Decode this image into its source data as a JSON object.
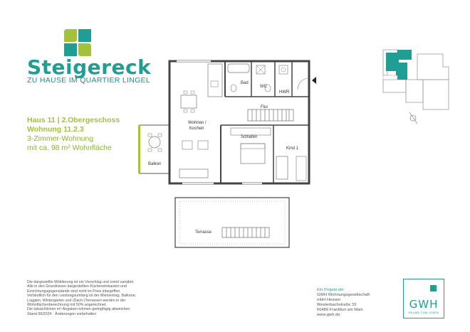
{
  "brand": {
    "name": "Steigereck",
    "subtitle": "ZU HAUSE IM QUARTIER LINGEL",
    "colors": {
      "teal": "#1f9e96",
      "green": "#a3c13a",
      "light_green": "#8ab534"
    }
  },
  "unit": {
    "line1": "Haus 11 | 2.Obergeschoss",
    "line2": "Wohnung 11.2.3",
    "line3": "3-Zimmer-Wohnung",
    "line4": "mit ca. 98 m² Wohnfläche"
  },
  "rooms": {
    "bad": "Bad",
    "wc": "WC",
    "hwr": "HWR",
    "flur": "Flur",
    "wohnen1": "Wohnen /",
    "wohnen2": "Kochen",
    "schlafen": "Schlafen",
    "kind": "Kind 1",
    "balkon": "Balkon",
    "terrasse": "Terrasse"
  },
  "disclaimer": [
    "Die dargestellte Möblierung ist ein Vorschlag und somit variabel.",
    "Alle in den Grundrissen dargestellten Kücheneinbauten und",
    "Einrichtungsgegenstände sind nicht im Preis inbegriffen.",
    "Verbindlich für den Leistungsumfang ist der Mietvertrag. Balkone,",
    "Loggien, Wintergärten und (Dach-)Terrassen werden in der",
    "Wohnflächenberechnung mit 50% angerechnet.",
    "Die tatsächlichen m²-Angaben können geringfügig abweichen.",
    "Stand 09/2024 · Änderungen vorbehalten"
  ],
  "project": {
    "intro": "Ein Projekt der",
    "company1": "GWH Wohnungsgesellschaft",
    "company2": "mbH Hessen",
    "street": "Westerbachstraße 33",
    "city": "60489 Frankfurt am Main",
    "web": "www.gwh.de"
  },
  "gwh_logo": {
    "text": "GWH",
    "tagline": "RÄUME ZUM LEBEN"
  }
}
